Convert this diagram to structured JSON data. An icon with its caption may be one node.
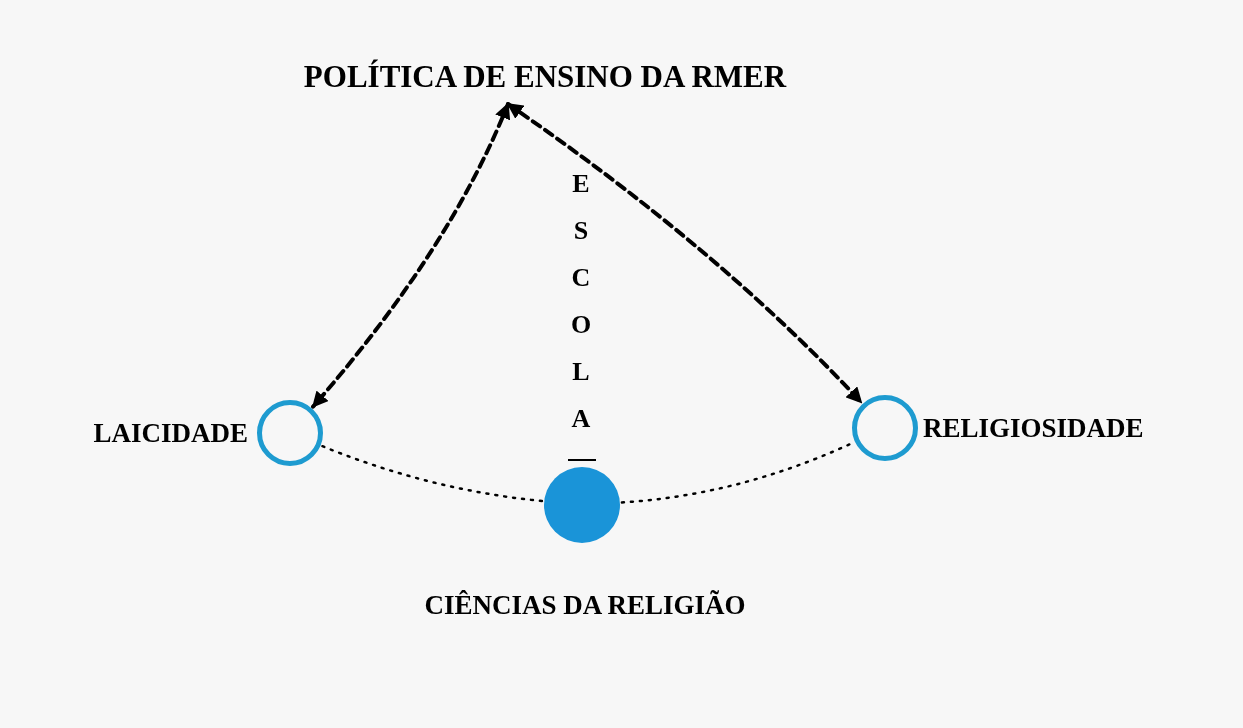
{
  "diagram": {
    "nodes": [
      {
        "text": [
          "POLÍTICA DE ENSINO DA RMER"
        ]
      },
      {
        "text": [],
        "shape": "circle",
        "beside": [
          "LAICIDADE"
        ]
      },
      {
        "text": [],
        "shape": "circle",
        "beside": [
          "RELIGIOSIDADE"
        ]
      },
      {
        "text": [],
        "shape": "dot",
        "beside": [
          "CIÊNCIAS DA RELIGIÃO"
        ]
      }
    ],
    "edges": [
      {
        "from": 0,
        "to": 1,
        "arrow": "both",
        "style": "dashed"
      },
      {
        "from": 0,
        "to": 2,
        "arrow": "both",
        "style": "dashed"
      },
      {
        "from": 1,
        "to": 3,
        "arrow": "none"
      },
      {
        "from": 3,
        "to": 2,
        "arrow": "none"
      }
    ],
    "labels": [
      "ESCOLA"
    ]
  }
}
